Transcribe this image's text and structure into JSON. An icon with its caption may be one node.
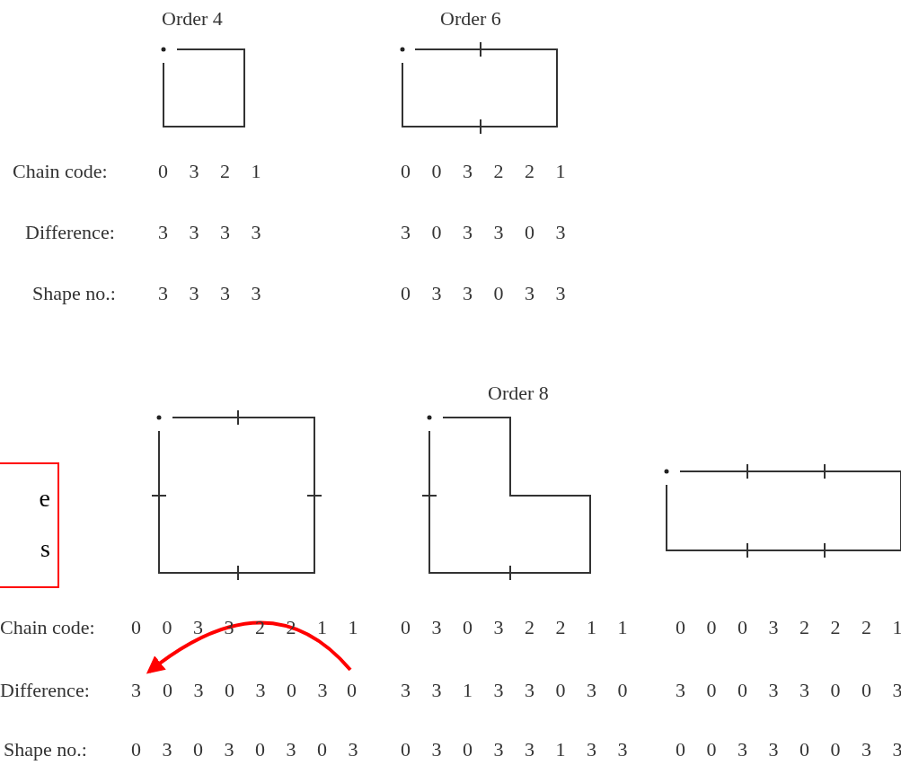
{
  "diagram": {
    "nodes": [
      {
        "text": [
          "e",
          "s"
        ]
      },
      {
        "text": [
          "3"
        ]
      },
      {
        "text": [
          "0"
        ]
      }
    ],
    "edges": [
      {
        "from": 2,
        "to": 1,
        "arrow": "to",
        "color": "#ff0000"
      }
    ],
    "labels": [
      "Order 4",
      "Order 6",
      "Chain code:",
      "0 3 2 1",
      "0 0 3 2 2 1",
      "Difference:",
      "3 3 3 3",
      "3 0 3 3 0 3",
      "Shape no.:",
      "3 3 3 3",
      "0 3 3 0 3 3",
      "Order 8",
      "Chain code:",
      "0 0 3 3 2 2 1 1",
      "0 3 0 3 2 2 1 1",
      "0 0 0 3 2 2 2 1",
      "Difference:",
      "0 3 0 3 0 3",
      "3 3 1 3 3 0 3 0",
      "3 0 0 3 3 0 0 3",
      "Shape no.:",
      "0 3 0 3 0 3 0 3",
      "0 3 0 3 3 1 3 3",
      "0 0 3 3 0 0 3 3"
    ]
  }
}
